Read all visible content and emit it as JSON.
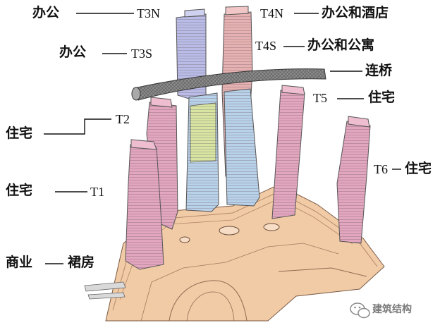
{
  "labels": {
    "t3n_use": "办公",
    "t3n": "T3N",
    "t4n": "T4N",
    "t4n_use": "办公和酒店",
    "t3s_use": "办公",
    "t3s": "T3S",
    "t4s": "T4S",
    "t4s_use": "办公和公寓",
    "bridge": "连桥",
    "t5": "T5",
    "t5_use": "住宅",
    "t2_use": "住宅",
    "t2": "T2",
    "t6": "T6",
    "t6_use": "住宅",
    "t1_use": "住宅",
    "t1": "T1",
    "podium_use": "商业",
    "podium": "裙房"
  },
  "watermark": "建筑结构",
  "colors": {
    "residential": "#e3a6bf",
    "office": "#b9bce6",
    "office_hotel": "#e6b1b1",
    "office_blue": "#b8d2ea",
    "office_green": "#d7e4a2",
    "podium": "#f1caa6",
    "bridge": "#8c8c8c"
  },
  "icons": [
    "wechat-icon"
  ]
}
